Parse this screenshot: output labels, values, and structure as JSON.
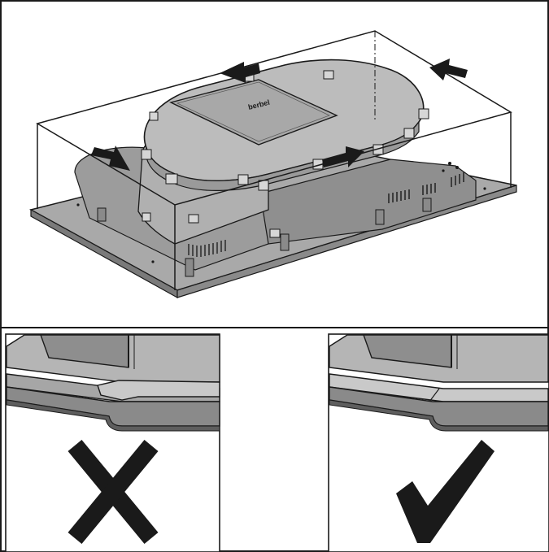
{
  "top_panel": {
    "brand_logo_text": "berbel",
    "colors": {
      "frame": "#1a1a1a",
      "body_light": "#b9b9b9",
      "body_mid": "#a4a4a4",
      "body_dark": "#6f6f6f",
      "arrow": "#1a1a1a"
    }
  },
  "bottom_left_panel": {
    "verdict": "incorrect",
    "symbol": "cross-icon"
  },
  "bottom_right_panel": {
    "verdict": "correct",
    "symbol": "check-icon"
  }
}
